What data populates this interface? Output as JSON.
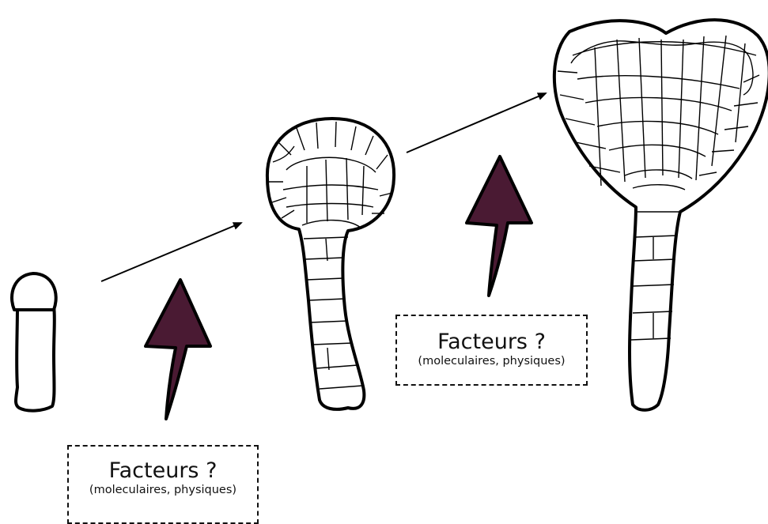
{
  "stages": [
    {
      "name": "stage-1-filament"
    },
    {
      "name": "stage-2-spatulate"
    },
    {
      "name": "stage-3-heart-shaped"
    }
  ],
  "factor_boxes": [
    {
      "title": "Facteurs ?",
      "subtitle": "(moleculaires, physiques)"
    },
    {
      "title": "Facteurs ?",
      "subtitle": "(moleculaires, physiques)"
    }
  ],
  "colors": {
    "outline": "#000000",
    "factor_arrow_fill": "#4a1a33",
    "background": "#ffffff"
  }
}
